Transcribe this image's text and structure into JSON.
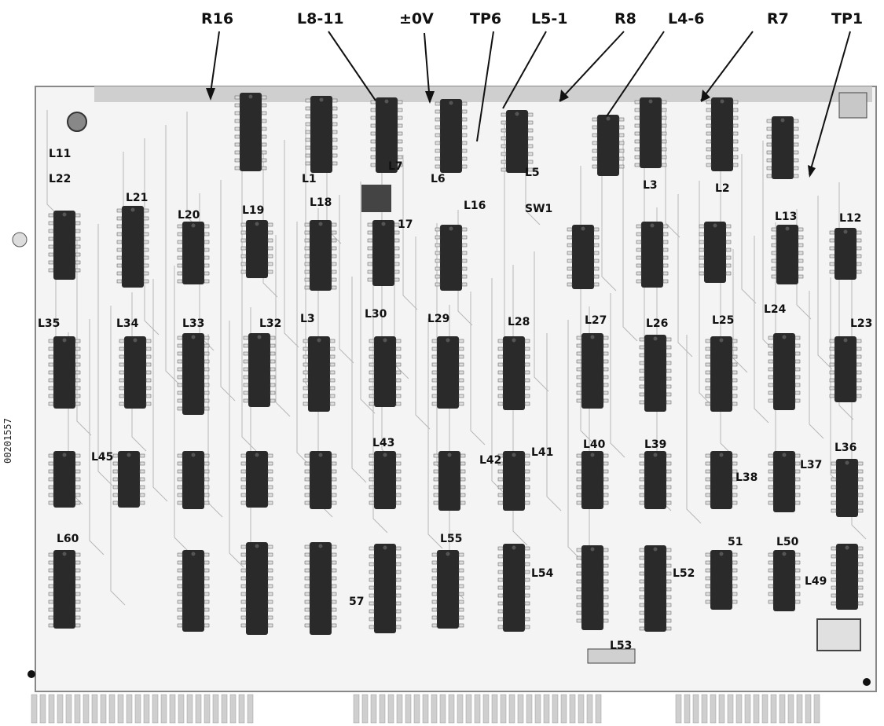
{
  "callouts": [
    {
      "id": "r16",
      "text": "R16"
    },
    {
      "id": "l811",
      "text": "L8-11"
    },
    {
      "id": "ov",
      "text": "±0V"
    },
    {
      "id": "tp6",
      "text": "TP6"
    },
    {
      "id": "l51",
      "text": "L5-1"
    },
    {
      "id": "r8",
      "text": "R8"
    },
    {
      "id": "l46",
      "text": "L4-6"
    },
    {
      "id": "r7",
      "text": "R7"
    },
    {
      "id": "tp1",
      "text": "TP1"
    }
  ],
  "board_labels": {
    "L11": "L11",
    "L22": "L22",
    "L21": "L21",
    "L20": "L20",
    "L19": "L19",
    "L18": "L18",
    "L17": "17",
    "L16": "L16",
    "SW1": "SW1",
    "L1": "L1",
    "L7": "L7",
    "L6": "L6",
    "L5": "L5",
    "L3": "L3",
    "L2": "L2",
    "L13": "L13",
    "L12": "L12",
    "L35": "L35",
    "L34": "L34",
    "L33": "L33",
    "L32": "L32",
    "L31": "L3",
    "L30": "L30",
    "L29": "L29",
    "L28": "L28",
    "L27": "L27",
    "L26": "L26",
    "L25": "L25",
    "L24": "L24",
    "L23": "L23",
    "L45": "L45",
    "L43": "L43",
    "L42": "L42",
    "L41": "L41",
    "L40": "L40",
    "L39": "L39",
    "L38": "L38",
    "L37": "L37",
    "L36": "L36",
    "L60": "L60",
    "L55": "L55",
    "L54": "L54",
    "L52": "L52",
    "L51": "51",
    "L50": "L50",
    "L49": "L49",
    "L57": "57",
    "L53": "L53"
  },
  "side_code": "00201557"
}
